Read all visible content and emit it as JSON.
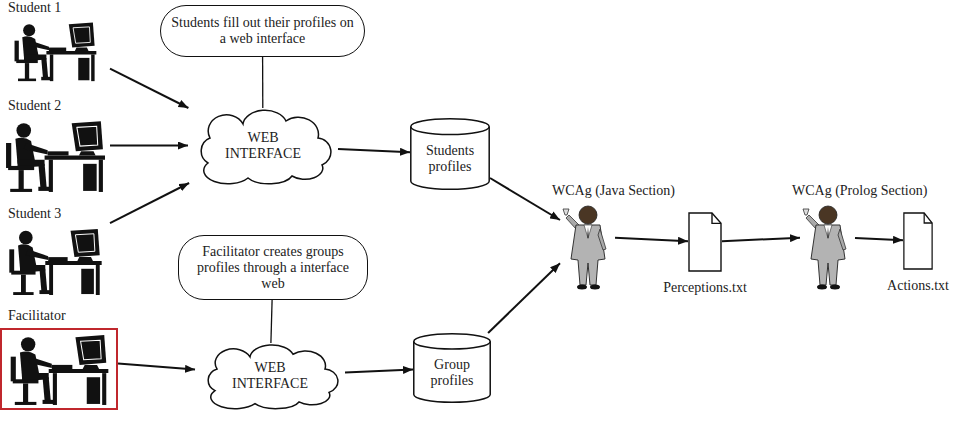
{
  "diagram": {
    "nodes": [
      {
        "text": [
          "Student 1"
        ]
      },
      {
        "text": [
          "Students fill out their profiles on a web interface"
        ]
      },
      {
        "text": [
          "Student 2"
        ]
      },
      {
        "text": [
          "WEB INTERFACE"
        ]
      },
      {
        "text": [
          "Students profiles"
        ]
      },
      {
        "text": [
          "Student 3"
        ]
      },
      {
        "text": [
          "WCAg (Java Section)"
        ]
      },
      {
        "text": [
          "Perceptions.txt"
        ]
      },
      {
        "text": [
          "WCAg (Prolog Section)"
        ]
      },
      {
        "text": [
          "Actions.txt"
        ]
      },
      {
        "text": [
          "Facilitator creates groups profiles through a interface web"
        ]
      },
      {
        "text": [
          "Facilitator"
        ]
      },
      {
        "text": [
          "WEB INTERFACE"
        ]
      },
      {
        "text": [
          "Group profiles"
        ]
      }
    ],
    "edges": [
      {
        "from": 0,
        "to": 3,
        "arrow": "to"
      },
      {
        "from": 1,
        "to": 3,
        "arrow": "none"
      },
      {
        "from": 2,
        "to": 3,
        "arrow": "to"
      },
      {
        "from": 5,
        "to": 3,
        "arrow": "to"
      },
      {
        "from": 3,
        "to": 4,
        "arrow": "to"
      },
      {
        "from": 4,
        "to": 6,
        "arrow": "to"
      },
      {
        "from": 13,
        "to": 6,
        "arrow": "to"
      },
      {
        "from": 6,
        "to": 7,
        "arrow": "to"
      },
      {
        "from": 7,
        "to": 8,
        "arrow": "to"
      },
      {
        "from": 8,
        "to": 9,
        "arrow": "to"
      },
      {
        "from": 10,
        "to": 12,
        "arrow": "none"
      },
      {
        "from": 11,
        "to": 12,
        "arrow": "to"
      },
      {
        "from": 12,
        "to": 13,
        "arrow": "to"
      }
    ]
  }
}
